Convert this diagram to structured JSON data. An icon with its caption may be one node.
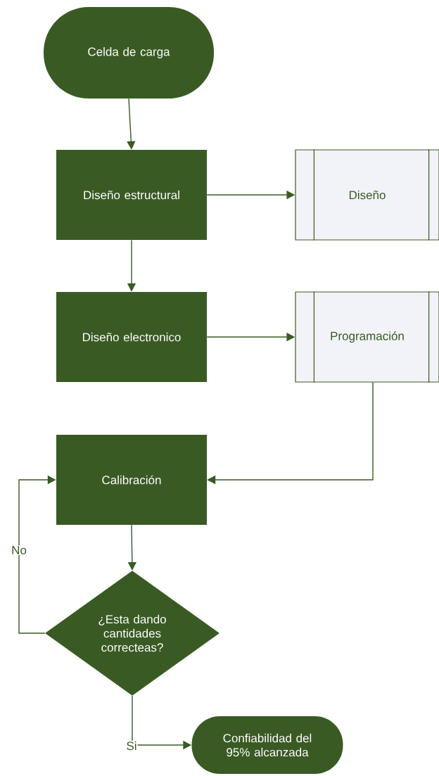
{
  "diagram": {
    "nodes": [
      {
        "text": [
          "Celda de carga"
        ]
      },
      {
        "text": [
          "Diseño estructural"
        ]
      },
      {
        "text": [
          "Diseño"
        ]
      },
      {
        "text": [
          "Diseño electronico"
        ]
      },
      {
        "text": [
          "Programación"
        ]
      },
      {
        "text": [
          "Calibración"
        ]
      },
      {
        "text": [
          "¿Esta dando cantidades correcteas?"
        ]
      },
      {
        "text": [
          "Confiabilidad del 95% alcanzada"
        ]
      }
    ],
    "edges": [
      {
        "from": 0,
        "to": 1,
        "arrow": "to"
      },
      {
        "from": 1,
        "to": 2,
        "arrow": "to"
      },
      {
        "from": 1,
        "to": 3,
        "arrow": "to"
      },
      {
        "from": 3,
        "to": 4,
        "arrow": "to"
      },
      {
        "from": 4,
        "to": 5,
        "arrow": "to"
      },
      {
        "from": 5,
        "to": 6,
        "arrow": "to"
      },
      {
        "from": 6,
        "to": 5,
        "arrow": "to",
        "label": "No"
      },
      {
        "from": 6,
        "to": 7,
        "arrow": "to",
        "label": "Si"
      }
    ]
  }
}
